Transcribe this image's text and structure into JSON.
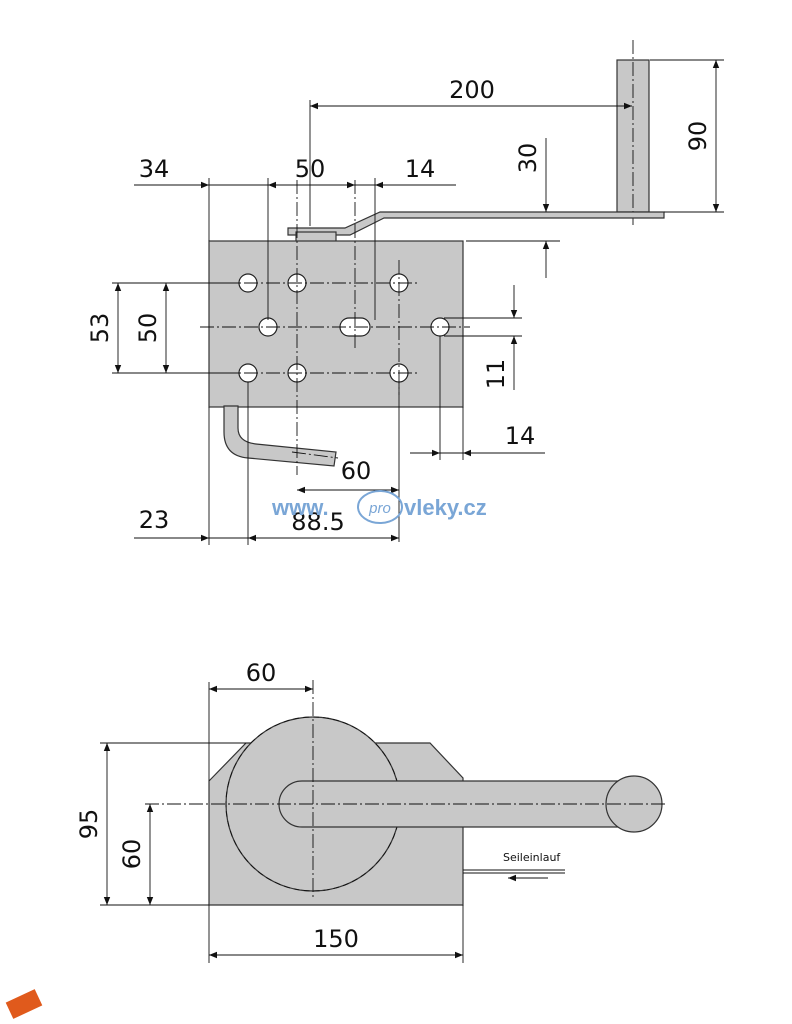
{
  "top_view": {
    "dims": {
      "d200": "200",
      "d90": "90",
      "d30": "30",
      "d34": "34",
      "d50_top": "50",
      "d14_top": "14",
      "d53": "53",
      "d50_side": "50",
      "d11": "11",
      "d14_bottom": "14",
      "d60_handle": "60",
      "d23": "23",
      "d88_5": "88.5"
    }
  },
  "side_view": {
    "dims": {
      "d60_top": "60",
      "d95": "95",
      "d60_side": "60",
      "d150": "150"
    },
    "rope_label": "Seileinlauf"
  },
  "watermark": {
    "prefix": "www.",
    "middle": "pro",
    "suffix": "vleky.cz",
    "color": "#7aa6d6"
  },
  "colors": {
    "part_fill": "#c8c8c8",
    "line": "#111111"
  }
}
